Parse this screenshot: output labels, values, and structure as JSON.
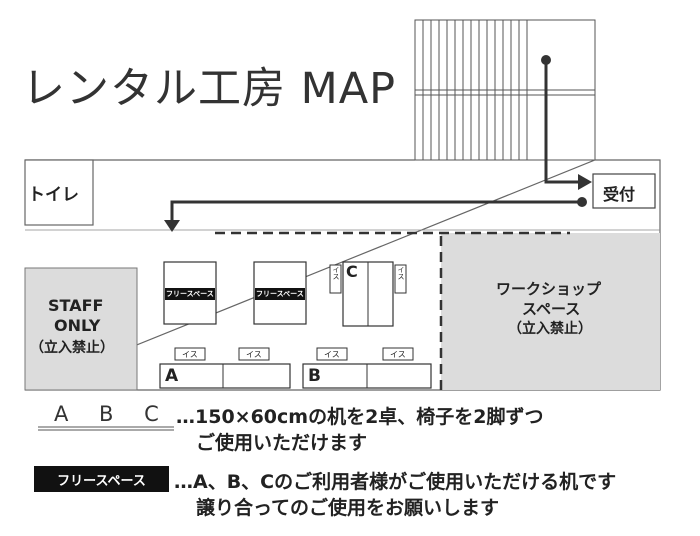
{
  "title": "レンタル工房 MAP",
  "rooms": {
    "toilet": "トイレ",
    "reception": "受付",
    "staff_line1": "STAFF",
    "staff_line2": "ONLY",
    "staff_line3": "（立入禁止）",
    "workshop_line1": "ワークショップ",
    "workshop_line2": "スペース",
    "workshop_line3": "（立入禁止）"
  },
  "furniture": {
    "free_space": "フリースペース",
    "chair": "イス",
    "desk_a": "A",
    "desk_b": "B",
    "desk_c": "C"
  },
  "legend": {
    "abc_label": "A B C",
    "abc_line1": "…150×60cmの机を2卓、椅子を2脚ずつ",
    "abc_line2": "ご使用いただけます",
    "free_label": "フリースペース",
    "free_line1": "…A、B、Cのご利用者様がご使用いただける机です",
    "free_line2": "譲り合ってのご使用をお願いします"
  },
  "colors": {
    "restricted_fill": "#dcdcdc",
    "route_line": "#333333",
    "label_bg": "#111111"
  }
}
